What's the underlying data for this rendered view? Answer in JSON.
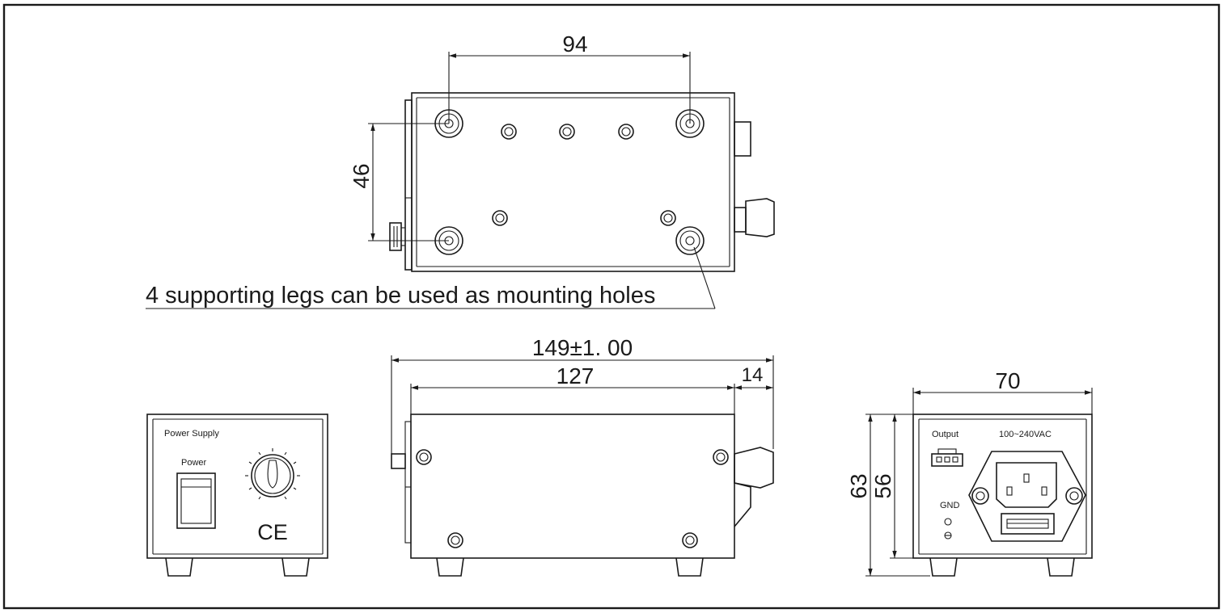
{
  "dimensions": {
    "top_width": "94",
    "top_height": "46",
    "overall_length": "149±1. 00",
    "body_length": "127",
    "knob_depth": "14",
    "width": "70",
    "overall_height": "63",
    "body_height": "56"
  },
  "annotation": "4 supporting legs can be used as mounting holes",
  "front_panel": {
    "title": "Power Supply",
    "power_label": "Power",
    "ce_mark": "CE"
  },
  "rear_panel": {
    "output_label": "Output",
    "voltage_label": "100~240VAC",
    "gnd_label": "GND"
  }
}
